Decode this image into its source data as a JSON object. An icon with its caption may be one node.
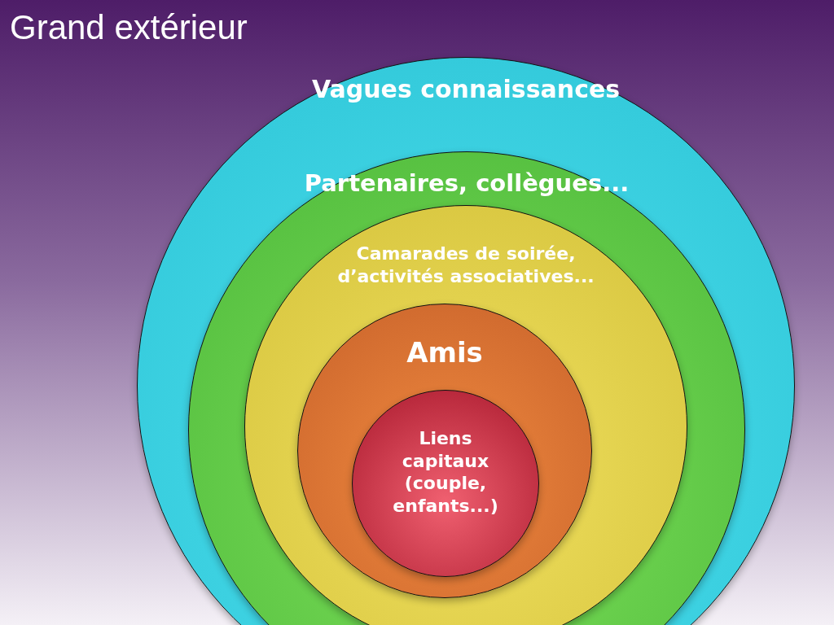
{
  "diagram": {
    "title": "Grand extérieur",
    "nodes": [
      {
        "text": [
          "Vagues connaissances"
        ]
      },
      {
        "text": [
          "Partenaires, collègues..."
        ],
        "in": 0
      },
      {
        "text": [
          "Camarades de soirée, d’activités associatives..."
        ],
        "in": 1
      },
      {
        "text": [
          "Amis"
        ],
        "in": 2
      },
      {
        "text": [
          "Liens capitaux (couple, enfants...)"
        ],
        "in": 3
      }
    ]
  }
}
